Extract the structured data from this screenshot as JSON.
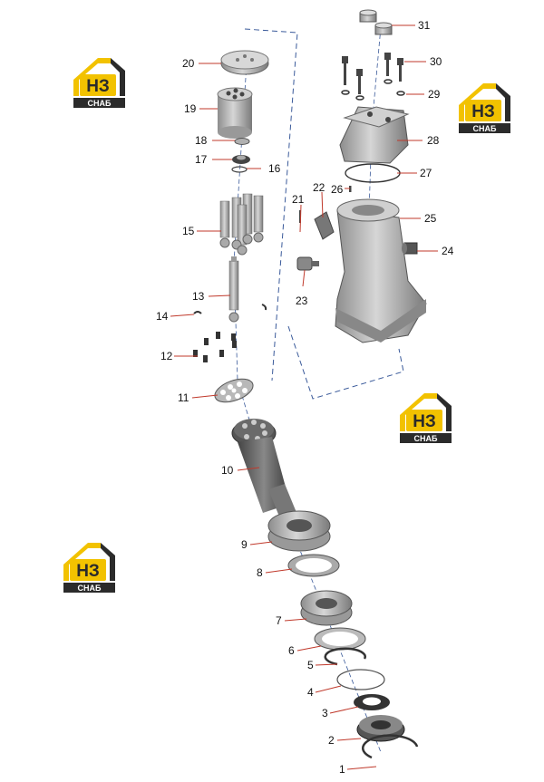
{
  "logo": {
    "letters": "НЗ",
    "subtitle": "СНАБ",
    "colors": {
      "yellow": "#f2c200",
      "dark": "#2b2b2b",
      "white": "#ffffff"
    }
  },
  "part_numbers": [
    "1",
    "2",
    "3",
    "4",
    "5",
    "6",
    "7",
    "8",
    "9",
    "10",
    "11",
    "12",
    "13",
    "14",
    "15",
    "16",
    "17",
    "18",
    "19",
    "20",
    "21",
    "22",
    "23",
    "24",
    "25",
    "26",
    "27",
    "28",
    "29",
    "30",
    "31"
  ],
  "colors": {
    "part_light": "#c9c9c9",
    "part_mid": "#9a9a9a",
    "part_dark": "#5c5c5c",
    "leader_red": "#c0392b",
    "axis_blue": "#3a5a9a"
  }
}
